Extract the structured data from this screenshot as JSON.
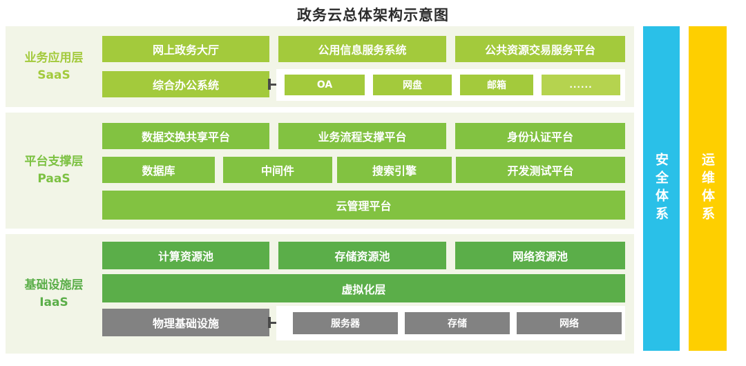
{
  "title": "政务云总体架构示意图",
  "layers": {
    "saas": {
      "label": "业务应用层",
      "sublabel": "SaaS",
      "row1": [
        "网上政务大厅",
        "公用信息服务系统",
        "公共资源交易服务平台"
      ],
      "row2_main": "综合办公系统",
      "row2_subs": [
        "OA",
        "网盘",
        "邮箱",
        "......"
      ]
    },
    "paas": {
      "label": "平台支撑层",
      "sublabel": "PaaS",
      "row1": [
        "数据交换共享平台",
        "业务流程支撑平台",
        "身份认证平台"
      ],
      "row2": [
        "数据库",
        "中间件",
        "搜索引擎",
        "开发测试平台"
      ],
      "row3": "云管理平台"
    },
    "iaas": {
      "label": "基础设施层",
      "sublabel": "IaaS",
      "row1": [
        "计算资源池",
        "存储资源池",
        "网络资源池"
      ],
      "row2": "虚拟化层",
      "row3_main": "物理基础设施",
      "row3_subs": [
        "服务器",
        "存储",
        "网络"
      ]
    }
  },
  "sidebars": {
    "security": "安全体系",
    "operations": "运维体系"
  },
  "colors": {
    "panel_bg": "#f2f5e7",
    "saas_box": "#a3ca3c",
    "saas_box_light": "#b5d34f",
    "paas_box": "#82c241",
    "iaas_box": "#5bae49",
    "gray_box": "#828282",
    "security_bar": "#2ac0e8",
    "operations_bar": "#fecf00",
    "saas_label": "#a3ca3c",
    "paas_label": "#7cc142",
    "iaas_label": "#5bae49"
  }
}
